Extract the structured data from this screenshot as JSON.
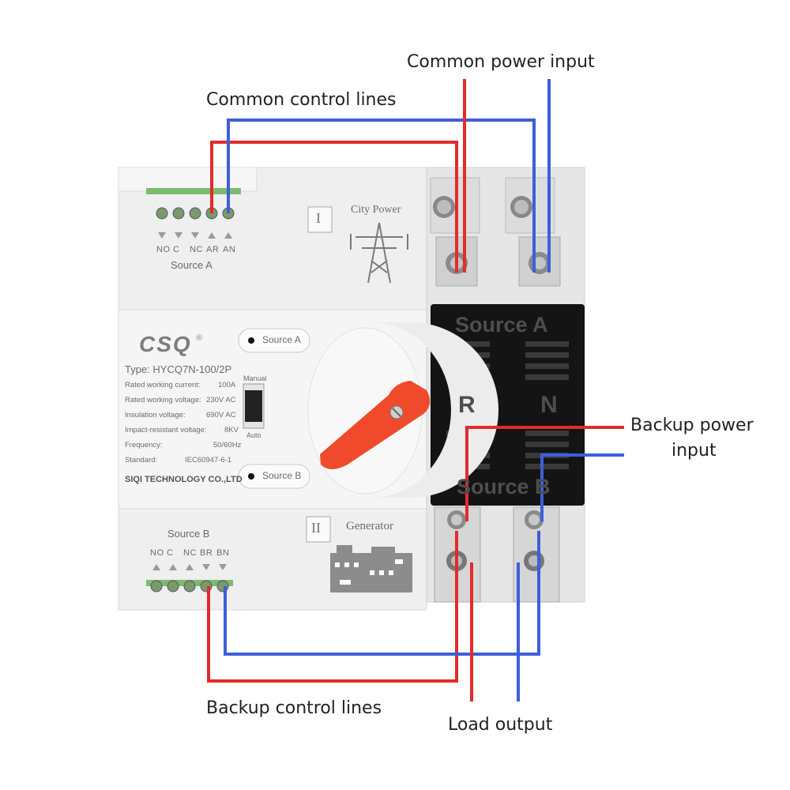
{
  "callouts": {
    "common_power_input": "Common power input",
    "common_control_lines": "Common control lines",
    "backup_power_input_line1": "Backup power",
    "backup_power_input_line2": "input",
    "backup_control_lines": "Backup control lines",
    "load_output": "Load output"
  },
  "device": {
    "brand": "CSQ",
    "registered_mark": "®",
    "type": "Type: HYCQ7N-100/2P",
    "specs": [
      {
        "label": "Rated working current:",
        "value": "100A"
      },
      {
        "label": "Rated working voltage:",
        "value": "230V AC"
      },
      {
        "label": "Insulation voltage:",
        "value": "690V AC"
      },
      {
        "label": "Impact-resistant voltage:",
        "value": "8KV"
      },
      {
        "label": "Frequency:",
        "value": "50/60Hz"
      },
      {
        "label": "Standard:",
        "value": "IEC60947-6-1"
      }
    ],
    "manufacturer": "SIQI TECHNOLOGY CO.,LTD",
    "mode_manual": "Manual",
    "mode_auto": "Auto",
    "source_a_button": "Source A",
    "source_b_button": "Source B",
    "top_panel": {
      "terminals": [
        "NO",
        "C",
        "NC",
        "AR",
        "AN"
      ],
      "caption": "Source A",
      "roman": "I",
      "label": "City Power"
    },
    "bottom_panel": {
      "terminals": [
        "NO",
        "C",
        "NC",
        "BR",
        "BN"
      ],
      "caption": "Source B",
      "roman": "II",
      "label": "Generator"
    },
    "cover": {
      "source_a": "Source A",
      "source_b": "Source B",
      "r": "R",
      "n": "N"
    }
  },
  "colors": {
    "live_wire": "#e32b2b",
    "neutral_wire": "#3d5fd9",
    "housing": "#eeeeee",
    "cover": "#111111",
    "handle": "#f04a2c"
  }
}
